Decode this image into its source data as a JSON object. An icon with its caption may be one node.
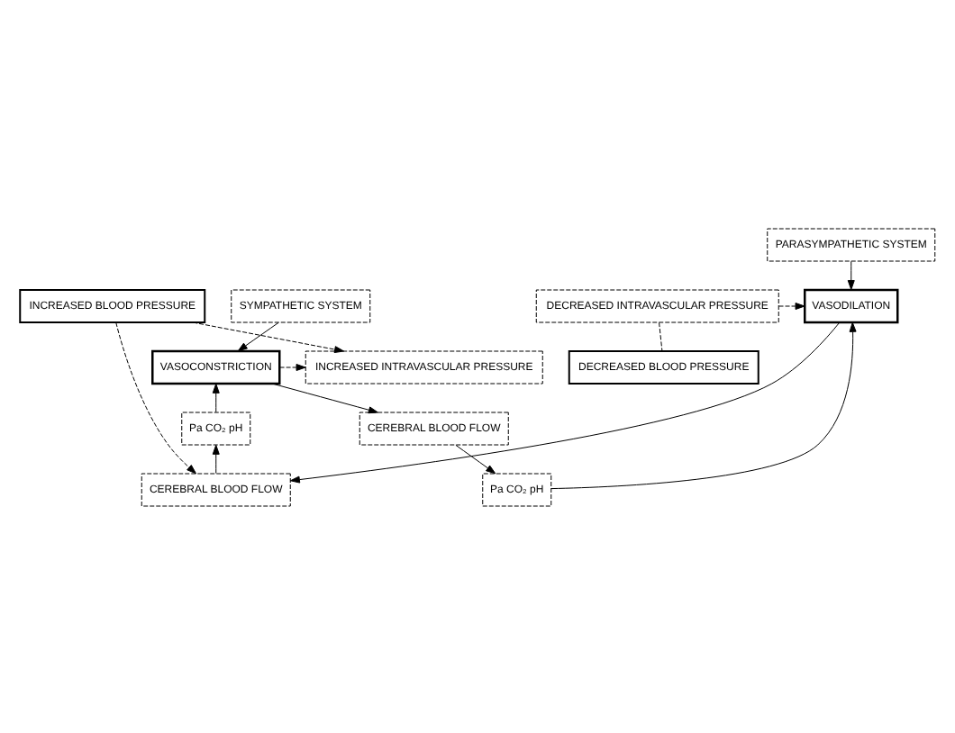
{
  "diagram": {
    "nodes": [
      {
        "text": [
          "PARASYMPATHETIC SYSTEM"
        ]
      },
      {
        "text": [
          "DECREASED INTRAVASCULAR PRESSURE"
        ]
      },
      {
        "text": [
          "VASODILATION"
        ]
      },
      {
        "text": [
          "INCREASED BLOOD PRESSURE"
        ]
      },
      {
        "text": [
          "Pa CO₂ pH"
        ]
      },
      {
        "text": [
          "CEREBRAL BLOOD FLOW"
        ]
      },
      {
        "text": [
          "CEREBRAL BLOOD FLOW"
        ]
      },
      {
        "text": [
          "Pa CO₂ pH"
        ]
      },
      {
        "text": [
          "DECREASED BLOOD PRESSURE"
        ]
      },
      {
        "text": [
          "VASOCONSTRICTION"
        ]
      },
      {
        "text": [
          "INCREASED INTRAVASCULAR PRESSURE"
        ]
      },
      {
        "text": [
          "SYMPATHETIC SYSTEM"
        ]
      }
    ],
    "edges": [
      {
        "from": 0,
        "to": 2,
        "arrow": "to"
      },
      {
        "from": 1,
        "to": 2,
        "arrow": "to",
        "style": "dashed"
      },
      {
        "from": 2,
        "to": 5,
        "arrow": "to"
      },
      {
        "from": 3,
        "to": 5,
        "arrow": "to",
        "style": "dashed"
      },
      {
        "from": 5,
        "to": 7,
        "arrow": "to"
      },
      {
        "from": 7,
        "to": 9,
        "arrow": "to"
      },
      {
        "from": 9,
        "to": 6,
        "arrow": "to"
      },
      {
        "from": 6,
        "to": 4,
        "arrow": "to"
      },
      {
        "from": 4,
        "to": 2,
        "arrow": "to"
      },
      {
        "from": 1,
        "to": 8,
        "arrow": "none",
        "style": "dashed"
      },
      {
        "from": 3,
        "to": 10,
        "arrow": "to",
        "style": "dashed"
      },
      {
        "from": 9,
        "to": 10,
        "arrow": "to",
        "style": "dashed"
      },
      {
        "from": 11,
        "to": 9,
        "arrow": "to"
      }
    ]
  }
}
